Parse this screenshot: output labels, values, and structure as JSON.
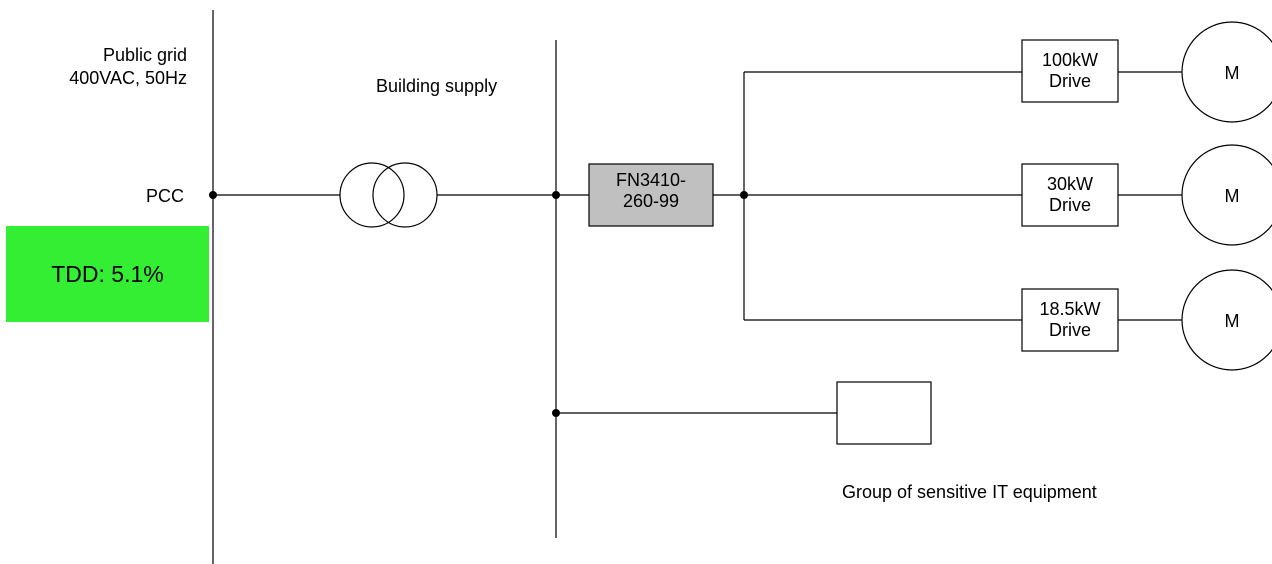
{
  "colors": {
    "tdd_background": "#33ee33",
    "filter_fill": "#c0c0c0",
    "line": "#000000"
  },
  "labels": {
    "public_grid": [
      "Public grid",
      "400VAC, 50Hz"
    ],
    "pcc": "PCC",
    "building_supply": "Building supply",
    "tdd": "TDD: 5.1%",
    "filter": [
      "FN3410-",
      "260-99"
    ],
    "it_group": "Group of sensitive IT equipment"
  },
  "drives": [
    {
      "line1": "100kW",
      "line2": "Drive",
      "motor": "M"
    },
    {
      "line1": "30kW",
      "line2": "Drive",
      "motor": "M"
    },
    {
      "line1": "18.5kW",
      "line2": "Drive",
      "motor": "M"
    }
  ]
}
